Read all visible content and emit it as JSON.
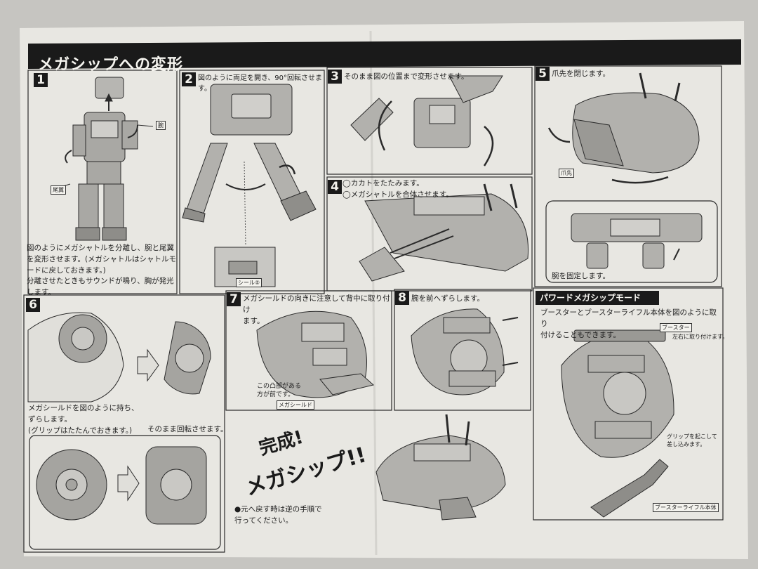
{
  "title": "メガシップへの変形",
  "steps": [
    {
      "number": "1",
      "text_lines": [
        "図のようにメガシャトルを分離し、腕と尾翼",
        "を変形させます。(メガシャトルはシャトルモ",
        "ードに戻しておきます。)",
        "分離させたときもサウンドが鳴り、胸が発光",
        "します。"
      ],
      "callouts": [
        "腕",
        "尾翼"
      ]
    },
    {
      "number": "2",
      "text": "図のように両足を開き、90°回転させます。",
      "callouts": [
        "シール⑤"
      ]
    },
    {
      "number": "3",
      "text": "そのまま図の位置まで変形させます。"
    },
    {
      "number": "4",
      "text_lines": [
        "◯カカトをたたみます。",
        "◯メガシャトルを合体させます。"
      ]
    },
    {
      "number": "5",
      "text": "爪先を閉じます。",
      "callouts": [
        "爪先"
      ],
      "sub_text": "腕を固定します。"
    },
    {
      "number": "6",
      "text_lines": [
        "メガシールドを図のように持ち、",
        "ずらします。",
        "(グリップはたたんでおきます。)"
      ],
      "sub_text": "そのまま回転させます。"
    },
    {
      "number": "7",
      "text_lines": [
        "メガシールドの向きに注意して背中に取り付け",
        "ます。"
      ],
      "callouts": [
        "この凸部がある",
        "方が前です。",
        "メガシールド"
      ]
    },
    {
      "number": "8",
      "text": "腕を前へずらします。"
    }
  ],
  "powered_mode": {
    "label": "パワードメガシップモード",
    "text_lines": [
      "ブースターとブースターライフル本体を図のように取り",
      "付けることもできます。"
    ],
    "callouts": [
      "ブースター",
      "左右に取り付けます。",
      "グリップを起こして",
      "差し込みます。",
      "ブースターライフル本体"
    ]
  },
  "complete": {
    "line1": "完成!",
    "line2": "メガシップ!!"
  },
  "footer_lines": [
    "●元へ戻す時は逆の手順で",
    "行ってください。"
  ],
  "colors": {
    "paper": "#e9e8e3",
    "ink": "#1a1a1a",
    "background": "#c9c8c4"
  }
}
